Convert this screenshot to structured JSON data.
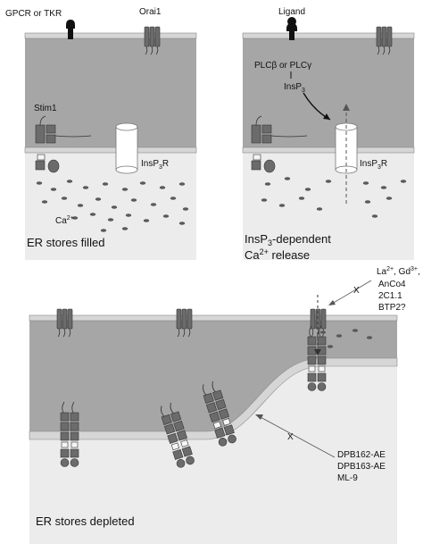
{
  "panel_a": {
    "receptor_label": "GPCR or TKR",
    "orai_label": "Orai1",
    "stim_label": "Stim1",
    "insp3r_label": "InsP",
    "insp3r_sub": "3",
    "insp3r_tail": "R",
    "calcium_label": "Ca",
    "calcium_sup": "2+",
    "caption": "ER stores filled"
  },
  "panel_b": {
    "ligand_label": "Ligand",
    "plc_label": "PLCβ or PLCγ",
    "insp3_label": "InsP",
    "insp3_sub": "3",
    "insp3r_label": "InsP",
    "insp3r_sub": "3",
    "insp3r_tail": "R",
    "caption_line1_pre": "InsP",
    "caption_line1_sub": "3",
    "caption_line1_post": "-dependent",
    "caption_line2_pre": "Ca",
    "caption_line2_sup": "2+",
    "caption_line2_post": " release"
  },
  "panel_c": {
    "inhibitors_top": {
      "line1_a": "La",
      "line1_a_sup": "2+",
      "line1_b": ", Gd",
      "line1_b_sup": "3+",
      "line1_c": ",",
      "line2": "AnCo4",
      "line3": "2C1.1",
      "line4": "BTP2?",
      "block_mark": "X"
    },
    "inhibitors_bottom": {
      "line1": "DPB162-AE",
      "line2": "DPB163-AE",
      "line3": "ML-9",
      "block_mark": "X"
    },
    "caption": "ER stores depleted"
  },
  "colors": {
    "cytosol": "#a6a6a6",
    "er_lumen": "#ececec",
    "membrane": "#d6d6d6",
    "protein": "#6b6b6b",
    "calcium_dot": "#5a5a5a"
  }
}
